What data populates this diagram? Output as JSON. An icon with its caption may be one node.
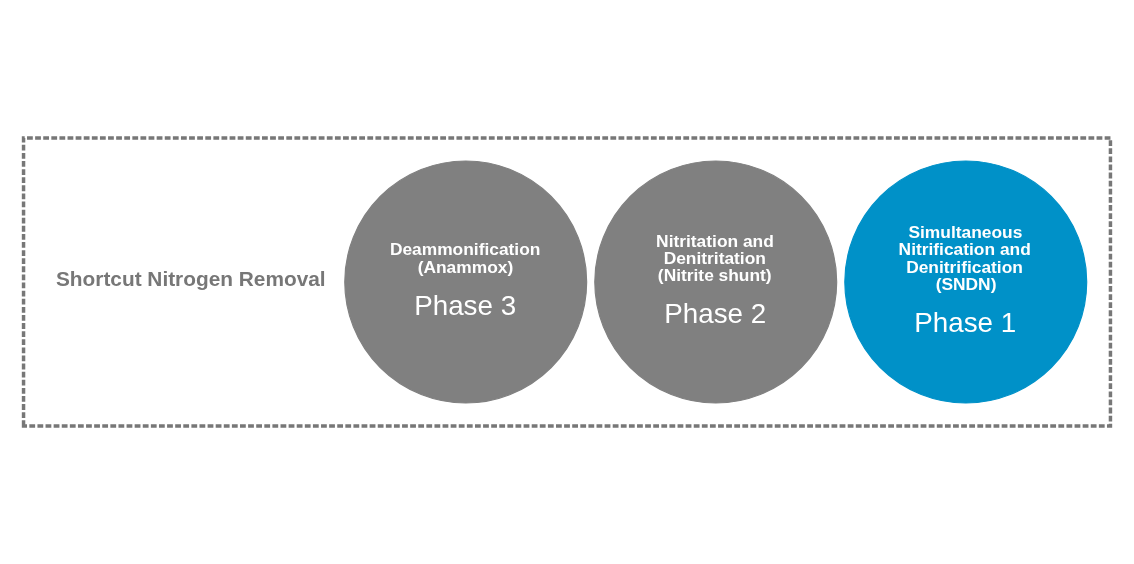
{
  "diagram": {
    "nodes": [
      {
        "text": [],
        "shape": "box"
      },
      {
        "text": [
          "Simultaneous Nitrification and Denitrification (SNDN)",
          "Phase 1"
        ],
        "in": 0
      },
      {
        "text": [
          "Nitritation and Denitritation (Nitrite shunt)",
          "Phase 2"
        ],
        "in": 0
      },
      {
        "text": [
          "Deammonification (Anammox)",
          "Phase 3"
        ],
        "in": 0
      }
    ],
    "edges": [],
    "labels": [
      "Shortcut Nitrogen Removal"
    ]
  }
}
